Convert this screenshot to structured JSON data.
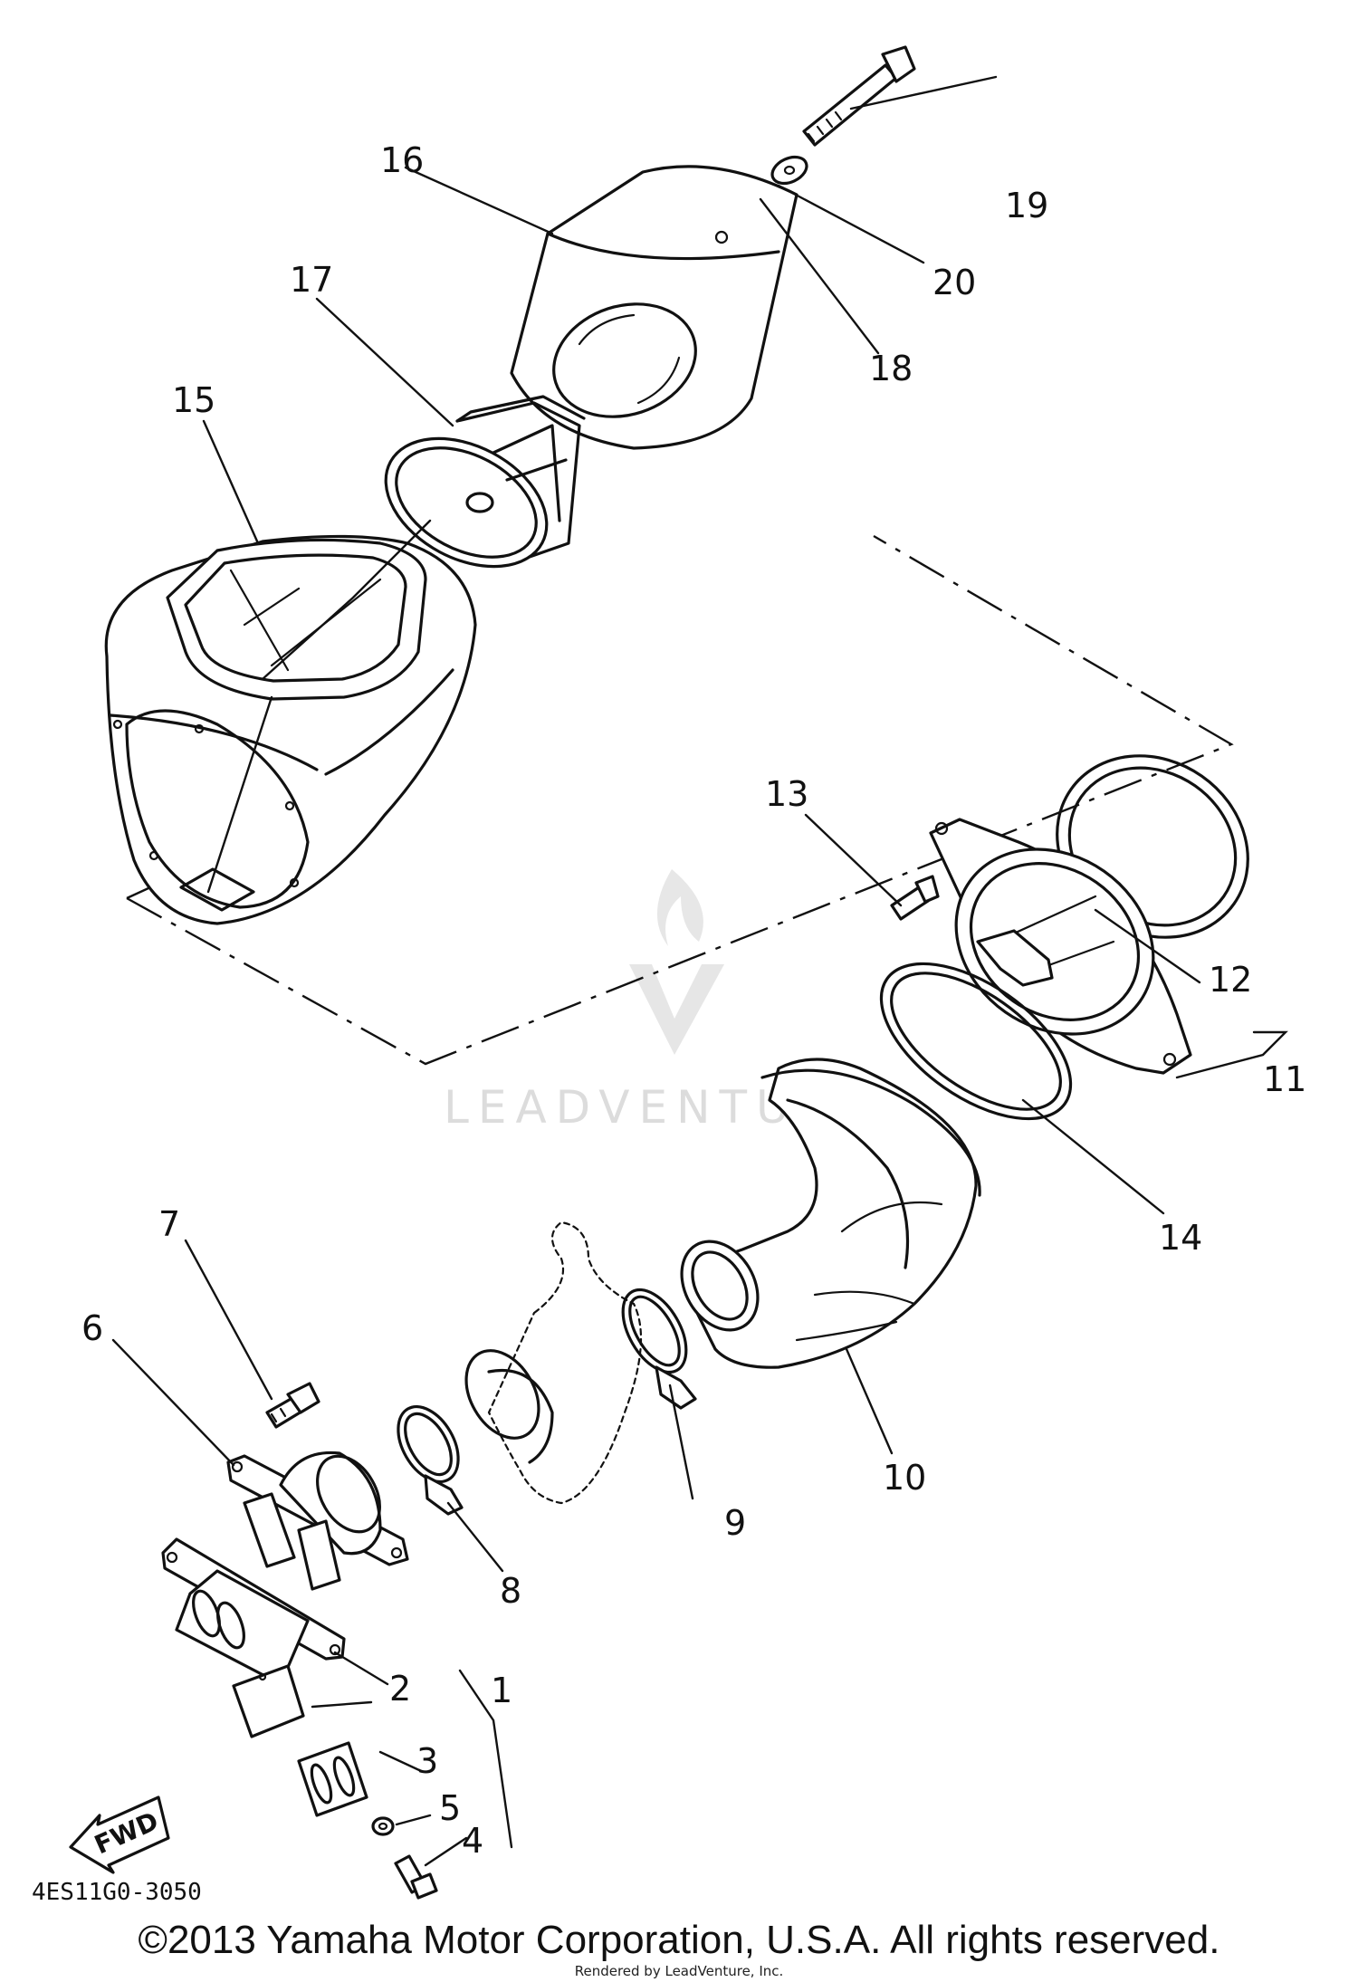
{
  "diagram": {
    "callouts": [
      "1",
      "2",
      "3",
      "4",
      "5",
      "6",
      "7",
      "8",
      "9",
      "10",
      "11",
      "12",
      "13",
      "14",
      "15",
      "16",
      "17",
      "18",
      "19",
      "20"
    ],
    "fwd_label": "FWD",
    "drawing_code": "4ES11G0-3050",
    "watermark": "LEADVENTURE"
  },
  "footer": {
    "copyright": "©2013 Yamaha Motor Corporation, U.S.A. All rights reserved.",
    "rendered_by": "Rendered by LeadVenture, Inc."
  },
  "colors": {
    "ink": "#111111",
    "watermark": "#d9d9d9",
    "background": "#ffffff"
  }
}
